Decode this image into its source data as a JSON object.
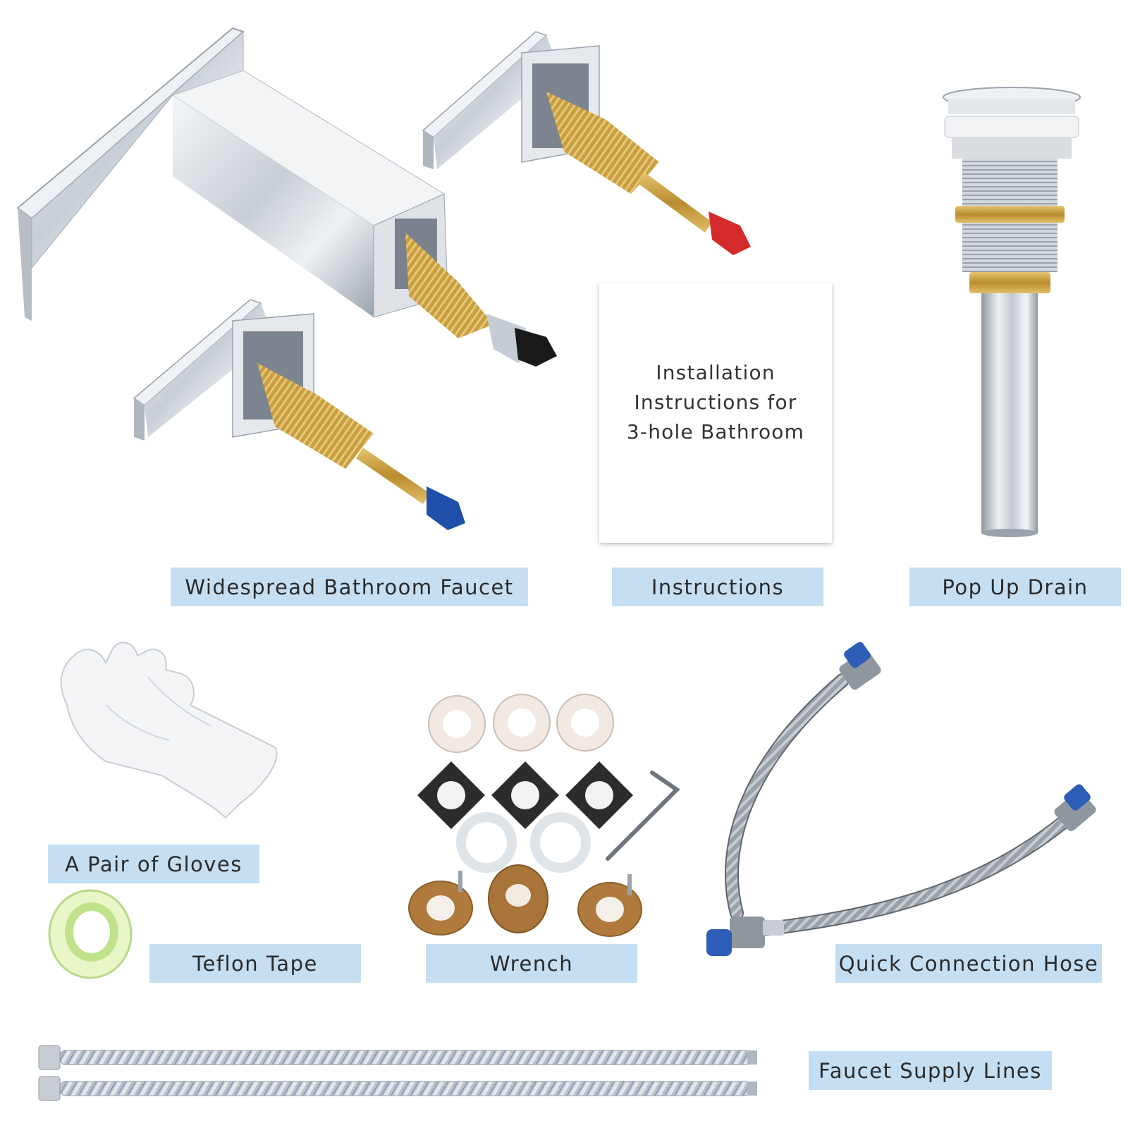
{
  "instruction_card": {
    "text": "Installation Instructions for 3-hole Bathroom"
  },
  "labels": {
    "faucet": "Widespread Bathroom Faucet",
    "instructions": "Instructions",
    "drain": "Pop Up Drain",
    "gloves": "A Pair of Gloves",
    "teflon": "Teflon Tape",
    "wrench": "Wrench",
    "hose": "Quick Connection Hose",
    "supply": "Faucet Supply Lines"
  },
  "colors": {
    "label_bg": "#c5def2",
    "chrome": "#d9dde2",
    "brass": "#c9a24a",
    "hot_cap": "#d42a2a",
    "cold_cap": "#1f4fa8",
    "mix_cap": "#1a1a1a",
    "hose_blue": "#2e5db8"
  }
}
